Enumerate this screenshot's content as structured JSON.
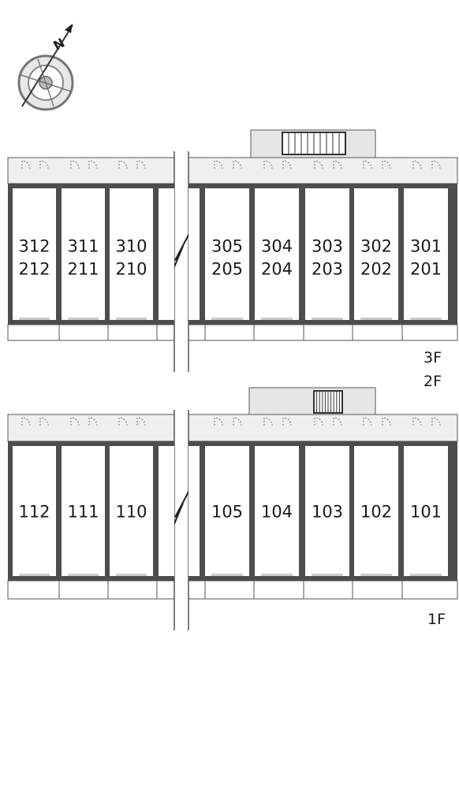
{
  "compass": {
    "north_label": "N",
    "icon": "compass-rose-icon"
  },
  "upper_block": {
    "floor_labels": [
      "3F",
      "2F"
    ],
    "west_units": [
      {
        "top": "312",
        "bottom": "212"
      },
      {
        "top": "311",
        "bottom": "211"
      },
      {
        "top": "310",
        "bottom": "210"
      }
    ],
    "east_units": [
      {
        "top": "305",
        "bottom": "205"
      },
      {
        "top": "304",
        "bottom": "204"
      },
      {
        "top": "303",
        "bottom": "203"
      },
      {
        "top": "302",
        "bottom": "202"
      },
      {
        "top": "301",
        "bottom": "201"
      }
    ]
  },
  "lower_block": {
    "floor_labels": [
      "1F"
    ],
    "west_units": [
      {
        "top": "112"
      },
      {
        "top": "111"
      },
      {
        "top": "110"
      }
    ],
    "east_units": [
      {
        "top": "105"
      },
      {
        "top": "104"
      },
      {
        "top": "103"
      },
      {
        "top": "102"
      },
      {
        "top": "101"
      }
    ]
  },
  "colors": {
    "wall": "#4d4d4d",
    "corridor": "#efefef",
    "stair_area": "#e6e6e6",
    "line": "#555555"
  }
}
